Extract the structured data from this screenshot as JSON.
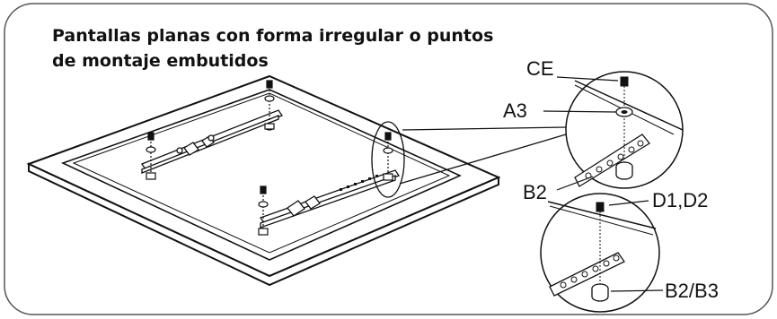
{
  "title": {
    "line1": "Pantallas planas con forma irregular o puntos",
    "line2": "de montaje embutidos"
  },
  "callouts": {
    "ce": "CE",
    "a3": "A3",
    "b2": "B2",
    "d1d2": "D1,D2",
    "b2b3": "B2/B3"
  }
}
